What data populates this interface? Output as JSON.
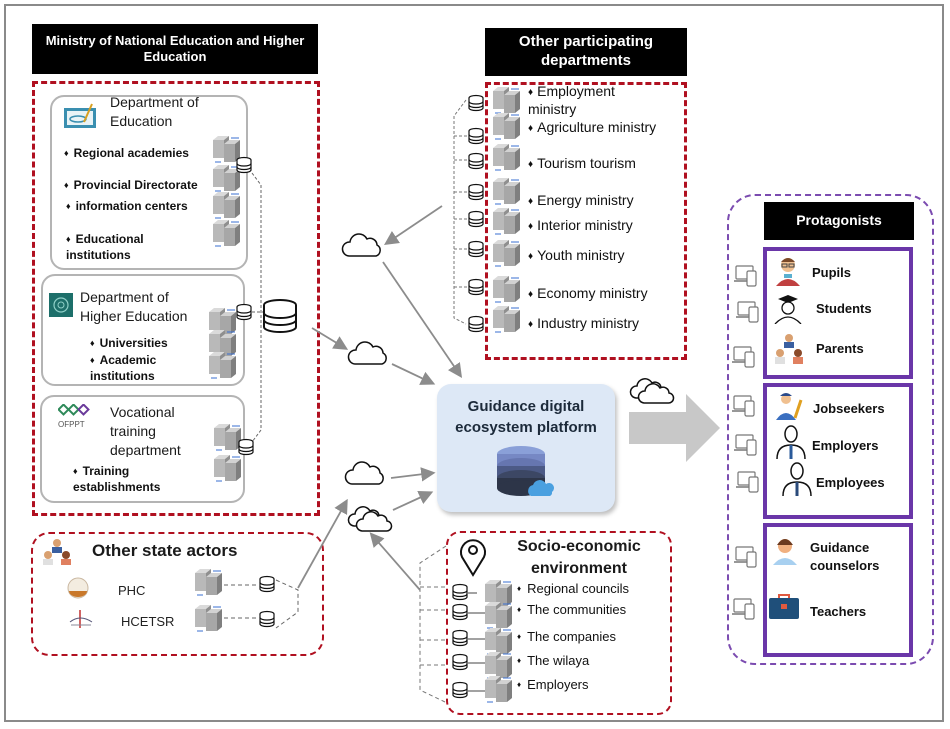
{
  "ministry": {
    "title": "Ministry of National Education and Higher Education",
    "education": {
      "title": "Department of Education",
      "items": [
        "Regional academies",
        "Provincial Directorate",
        "information centers",
        "Educational institutions"
      ]
    },
    "higher_education": {
      "title": "Department of Higher Education",
      "items": [
        "Universities",
        "Academic institutions"
      ]
    },
    "vocational": {
      "logo_text": "OFPPT",
      "title": "Vocational training department",
      "items": [
        "Training establishments"
      ]
    }
  },
  "other_state_actors": {
    "title": "Other state actors",
    "items": [
      "PHC",
      "HCETSR"
    ]
  },
  "other_departments": {
    "title": "Other participating departments",
    "items": [
      "Employment ministry",
      "Agriculture ministry",
      "Tourism tourism",
      "Energy ministry",
      "Interior ministry",
      "Youth ministry",
      "Economy ministry",
      "Industry ministry"
    ]
  },
  "platform": {
    "title": "Guidance digital ecosystem platform"
  },
  "socio_economic": {
    "title": "Socio-economic environment",
    "items": [
      "Regional councils",
      "The communities",
      "The companies",
      "The wilaya",
      "Employers"
    ]
  },
  "protagonists": {
    "title": "Protagonists",
    "groups": [
      {
        "items": [
          "Pupils",
          "Students",
          "Parents"
        ]
      },
      {
        "items": [
          "Jobseekers",
          "Employers",
          "Employees"
        ]
      },
      {
        "items": [
          "Guidance counselors",
          "Teachers"
        ]
      }
    ]
  },
  "bullet_glyph": "♦",
  "colors": {
    "red_border": "#b01020",
    "purple_border": "#6a36a8",
    "platform_fill": "#dde8f6",
    "arrow_gray": "#8c8c8c"
  }
}
